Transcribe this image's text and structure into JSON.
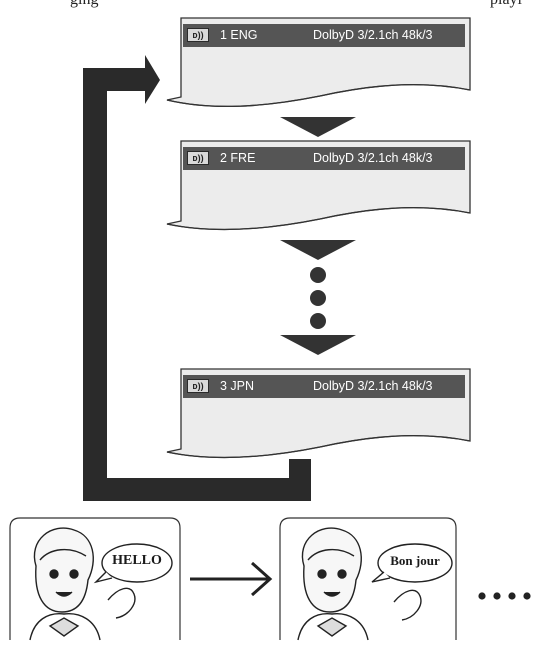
{
  "caption_top": "ging",
  "caption_top_right": "playi",
  "screens": [
    {
      "track": "1 ENG",
      "format": "DolbyD  3/2.1ch 48k/3",
      "icon": "audio-icon"
    },
    {
      "track": "2 FRE",
      "format": "DolbyD  3/2.1ch 48k/3",
      "icon": "audio-icon"
    },
    {
      "track": "3 JPN",
      "format": "DolbyD  3/2.1ch 48k/3",
      "icon": "audio-icon"
    }
  ],
  "speech": [
    {
      "text": "HELLO"
    },
    {
      "text": "Bon jour"
    }
  ],
  "colors": {
    "bar": "#555555",
    "screen_fill": "#ececec",
    "arrow": "#2a2a2a"
  }
}
